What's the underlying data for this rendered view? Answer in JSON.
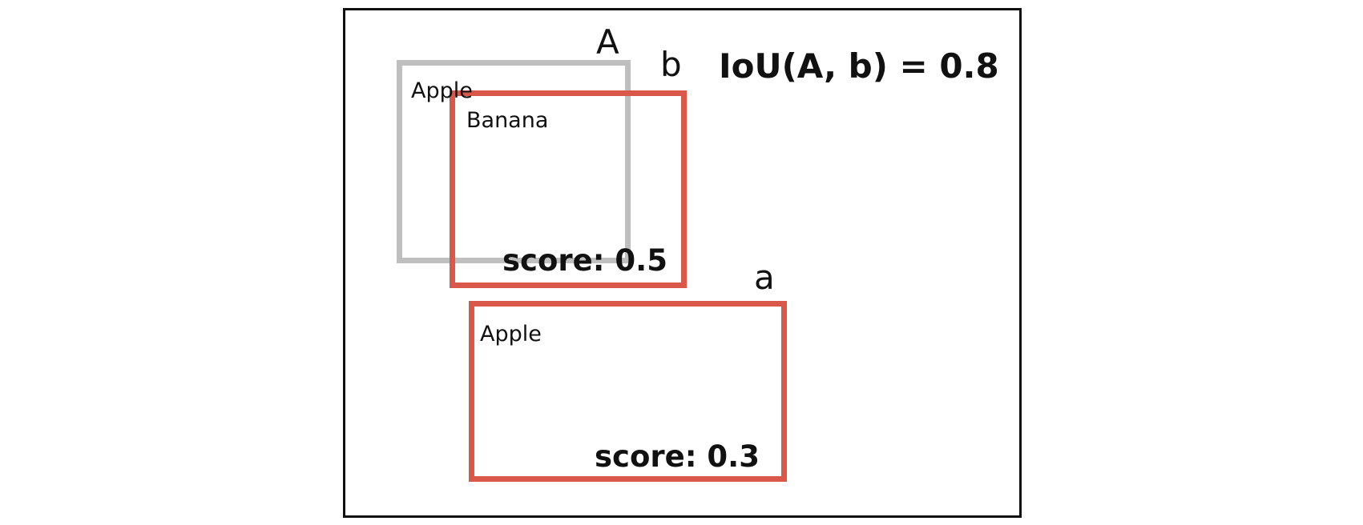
{
  "diagram": {
    "colors": {
      "ground_truth_box": "#bfbfbf",
      "prediction_box": "#d9584a",
      "frame": "#111111",
      "text": "#111111"
    },
    "ground_truth": {
      "id_label": "A",
      "class_label": "Apple"
    },
    "prediction_b": {
      "id_label": "b",
      "class_label": "Banana",
      "score_text": "score: 0.5"
    },
    "prediction_a": {
      "id_label": "a",
      "class_label": "Apple",
      "score_text": "score: 0.3"
    },
    "iou_annotation": "IoU(A, b) = 0.8"
  }
}
